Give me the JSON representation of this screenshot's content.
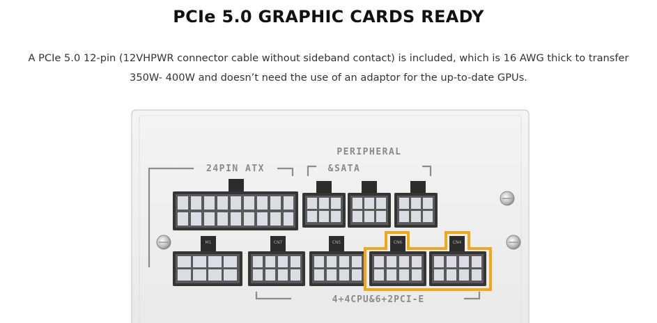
{
  "heading": "PCIe 5.0 GRAPHIC CARDS READY",
  "description": {
    "line1": "A PCIe 5.0 12-pin (12VHPWR connector cable without sideband contact) is included, which is 16 AWG thick to transfer",
    "line2": "350W- 400W and doesn’t need the use of an adaptor for the up-to-date GPUs."
  },
  "panel": {
    "label_24pin": "24PIN ATX",
    "label_peripheral": "PERIPHERAL",
    "label_sata": "&SATA",
    "label_cpu_pcie": "4+4CPU&6+2PCI-E",
    "tags_bottom": [
      "M1",
      "CN7",
      "CN5",
      "CN6",
      "CN4"
    ],
    "highlight_color": "#f0a818"
  }
}
